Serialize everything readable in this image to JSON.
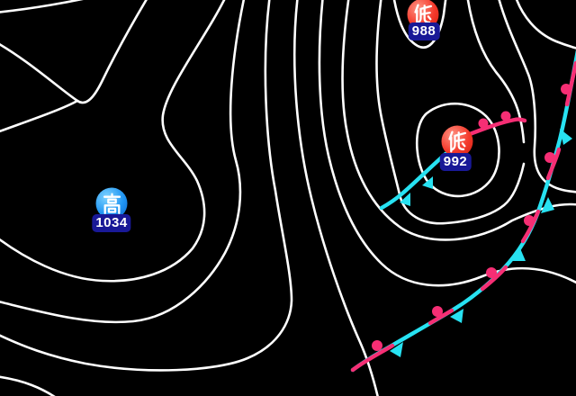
{
  "map_title": "surface-pressure-weather-map",
  "colors": {
    "background": "#000000",
    "isobar": "#ffffff",
    "warm_front": "#f62e74",
    "cold_front": "#27e2f2",
    "label_background": "#191997",
    "high_circle": "#2196f3",
    "low_circle": "#f4392b"
  },
  "pressure_centers": [
    {
      "id": "high-1034",
      "kanji": "高",
      "pressure": "1034"
    },
    {
      "id": "low-988",
      "kanji": "低",
      "pressure": "988"
    },
    {
      "id": "low-992",
      "kanji": "低",
      "pressure": "992"
    }
  ],
  "fronts": [
    {
      "type": "stationary-front"
    },
    {
      "type": "warm-front"
    },
    {
      "type": "cold-front"
    }
  ]
}
